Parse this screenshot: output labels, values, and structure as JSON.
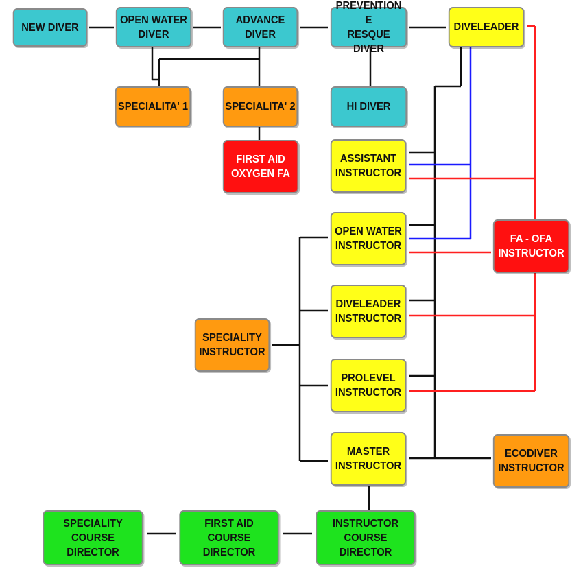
{
  "colors": {
    "cyan": "#3cc8cf",
    "orange": "#ff9a10",
    "red": "#ff1010",
    "yellow": "#ffff18",
    "green": "#1ee31e",
    "line_black": "#111111",
    "line_red": "#ff2020",
    "line_blue": "#1a1aff"
  },
  "nodes": {
    "new_diver": {
      "label": "NEW DIVER",
      "color": "cyan"
    },
    "open_water_diver": {
      "label": "OPEN WATER\nDIVER",
      "color": "cyan"
    },
    "advance_diver": {
      "label": "ADVANCE\nDIVER",
      "color": "cyan"
    },
    "prevention_resque_diver": {
      "label": "PREVENTION E\nRESQUE DIVER",
      "color": "cyan"
    },
    "diveleader": {
      "label": "DIVELEADER",
      "color": "yellow"
    },
    "specialita_1": {
      "label": "SPECIALITA' 1",
      "color": "orange"
    },
    "specialita_2": {
      "label": "SPECIALITA' 2",
      "color": "orange"
    },
    "hi_diver": {
      "label": "HI DIVER",
      "color": "cyan"
    },
    "first_aid_oxygen_fa": {
      "label": "FIRST AID\nOXYGEN FA",
      "color": "red"
    },
    "assistant_instructor": {
      "label": "ASSISTANT\nINSTRUCTOR",
      "color": "yellow"
    },
    "open_water_instructor": {
      "label": "OPEN WATER\nINSTRUCTOR",
      "color": "yellow"
    },
    "fa_ofa_instructor": {
      "label": "FA - OFA\nINSTRUCTOR",
      "color": "red"
    },
    "diveleader_instructor": {
      "label": "DIVELEADER\nINSTRUCTOR",
      "color": "yellow"
    },
    "speciality_instructor": {
      "label": "SPECIALITY\nINSTRUCTOR",
      "color": "orange"
    },
    "prolevel_instructor": {
      "label": "PROLEVEL\nINSTRUCTOR",
      "color": "yellow"
    },
    "master_instructor": {
      "label": "MASTER\nINSTRUCTOR",
      "color": "yellow"
    },
    "ecodiver_instructor": {
      "label": "ECODIVER\nINSTRUCTOR",
      "color": "orange"
    },
    "speciality_course_director": {
      "label": "SPECIALITY\nCOURSE DIRECTOR",
      "color": "green"
    },
    "first_aid_course_director": {
      "label": "FIRST AID\nCOURSE DIRECTOR",
      "color": "green"
    },
    "instructor_course_director": {
      "label": "INSTRUCTOR\nCOURSE DIRECTOR",
      "color": "green"
    }
  }
}
